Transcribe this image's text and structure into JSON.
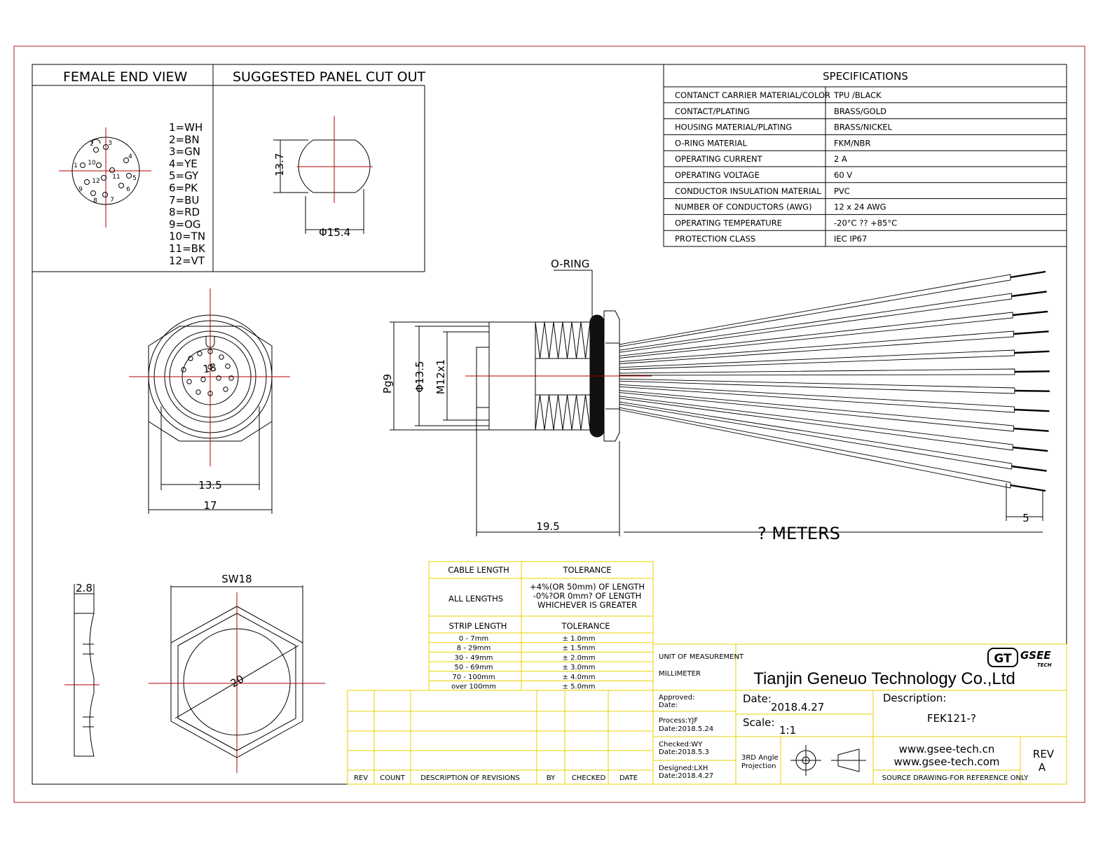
{
  "views": {
    "female_end_title": "FEMALE END VIEW",
    "panel_cut_title": "SUGGESTED PANEL CUT OUT"
  },
  "pin_numbers": [
    "1",
    "2",
    "3",
    "4",
    "5",
    "6",
    "7",
    "8",
    "9",
    "10",
    "11",
    "12"
  ],
  "pin_legend": [
    "1=WH",
    "2=BN",
    "3=GN",
    "4=YE",
    "5=GY",
    "6=PK",
    "7=BU",
    "8=RD",
    "9=OG",
    "10=TN",
    "11=BK",
    "12=VT"
  ],
  "panel_dims": {
    "height": "13.7",
    "diameter": "Φ15.4"
  },
  "specs": {
    "title": "SPECIFICATIONS",
    "rows": [
      {
        "name": "CONTANCT CARRIER MATERIAL/COLOR",
        "value": "TPU /BLACK"
      },
      {
        "name": "CONTACT/PLATING",
        "value": "BRASS/GOLD"
      },
      {
        "name": "HOUSING MATERIAL/PLATING",
        "value": "BRASS/NICKEL"
      },
      {
        "name": "O-RING MATERIAL",
        "value": "FKM/NBR"
      },
      {
        "name": "OPERATING CURRENT",
        "value": "2 A"
      },
      {
        "name": "OPERATING VOLTAGE",
        "value": "60 V"
      },
      {
        "name": "CONDUCTOR INSULATION MATERIAL",
        "value": "PVC"
      },
      {
        "name": "NUMBER OF CONDUCTORS (AWG)",
        "value": "12 x 24 AWG"
      },
      {
        "name": "OPERATING TEMPERATURE",
        "value": "-20°C ?? +85°C"
      },
      {
        "name": "PROTECTION CLASS",
        "value": "IEC  IP67"
      }
    ]
  },
  "front_dims": {
    "inner": "13.5",
    "outer": "17",
    "center": "18"
  },
  "side_dims": {
    "oring": "O-RING",
    "pg": "Pg9",
    "dia": "Φ13.5",
    "thread": "M12x1",
    "length": "19.5",
    "cable": "? METERS",
    "strip": "5"
  },
  "nut_dims": {
    "thickness": "2.8",
    "sw": "SW18",
    "dia": "20"
  },
  "tolerance": {
    "h1": "CABLE LENGTH",
    "h2": "TOLERANCE",
    "all_lengths": "ALL LENGTHS",
    "all_tol": [
      "+4%(OR 50mm) OF LENGTH",
      "-0%?OR 0mm? OF LENGTH",
      "WHICHEVER IS GREATER"
    ],
    "h3": "STRIP LENGTH",
    "h4": "TOLERANCE",
    "rows": [
      {
        "len": "0 - 7mm",
        "tol": "± 1.0mm"
      },
      {
        "len": "8 - 29mm",
        "tol": "± 1.5mm"
      },
      {
        "len": "30 - 49mm",
        "tol": "± 2.0mm"
      },
      {
        "len": "50 - 69mm",
        "tol": "± 3.0mm"
      },
      {
        "len": "70 - 100mm",
        "tol": "± 4.0mm"
      },
      {
        "len": "over 100mm",
        "tol": "± 5.0mm"
      }
    ]
  },
  "revisions": {
    "headers": [
      "REV",
      "COUNT",
      "DESCRIPTION OF REVISIONS",
      "BY",
      "CHECKED",
      "DATE"
    ]
  },
  "title_block": {
    "uom_label": "UNIT OF MEASUREMENT",
    "uom_value": "MILLIMETER",
    "company": "Tianjin Geneuo Technology Co.,Ltd",
    "logo_gt": "GT",
    "logo_gsee": "GSEE",
    "logo_tech": "TECH",
    "approved_label": "Approved:",
    "approved_date_label": "Date:",
    "process_label": "Process:YJF",
    "process_date": "Date:2018.5.24",
    "checked_label": "Checked:WY",
    "checked_date": "Date:2018.5.3",
    "designed_label": "Designed:LXH",
    "designed_date": "Date:2018.4.27",
    "date_label": "Date:",
    "date_value": "2018.4.27",
    "scale_label": "Scale:",
    "scale_value": "1:1",
    "projection": [
      "3RD Angle",
      "Projection"
    ],
    "description_label": "Description:",
    "description_value": "FEK121-?",
    "web1": "www.gsee-tech.cn",
    "web2": "www.gsee-tech.com",
    "rev_label": "REV",
    "rev_value": "A",
    "source": "SOURCE DRAWING-FOR REFERENCE ONLY"
  },
  "colors": {
    "border": "#b84a4a",
    "center_line": "#b00000",
    "table_yellow": "#e8d200"
  }
}
